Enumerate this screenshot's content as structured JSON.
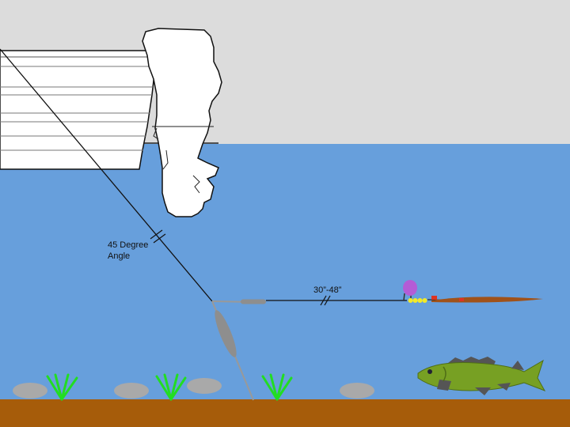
{
  "labels": {
    "angle_line1": "45 Degree",
    "angle_line2": "Angle",
    "leader_length": "30”-48”"
  },
  "colors": {
    "sky": "#dcdcdc",
    "water": "#679fdc",
    "bottom": "#a65c0a",
    "rock": "#a9a9a9",
    "weed": "#22dd22",
    "fish_body": "#77a023",
    "fish_fin": "#555555",
    "float": "#b45cd6",
    "beads": "#f2ea2a",
    "crawler": "#a0521a",
    "hook": "#dd3322",
    "line": "#111111",
    "sinker": "#8e8e8e"
  },
  "icons": {
    "boat": "boat-hull-icon",
    "motor": "outboard-motor-icon",
    "sinker": "bottom-bouncer-sinker-icon",
    "float": "float-bead-icon",
    "bait": "nightcrawler-harness-icon",
    "fish": "walleye-fish-icon",
    "rock": "rock-icon",
    "weed": "weed-icon"
  }
}
